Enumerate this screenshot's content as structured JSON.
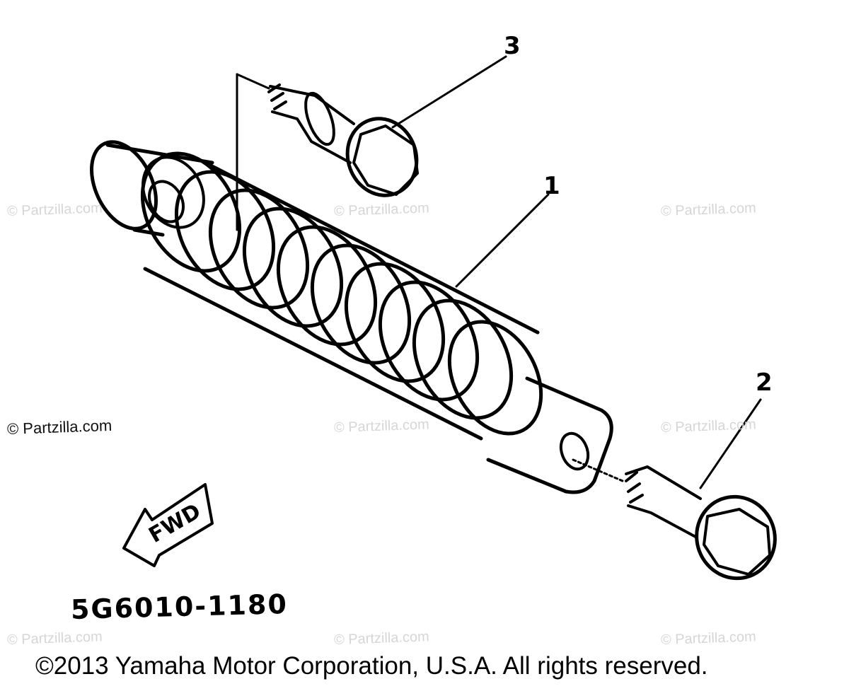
{
  "callouts": {
    "part_1": "1",
    "part_2": "2",
    "part_3": "3"
  },
  "fwd_label": "FWD",
  "diagram_code": "5G6010-1180",
  "copyright": "©2013 Yamaha Motor Corporation, U.S.A. All rights reserved.",
  "watermark": "© Partzilla.com"
}
